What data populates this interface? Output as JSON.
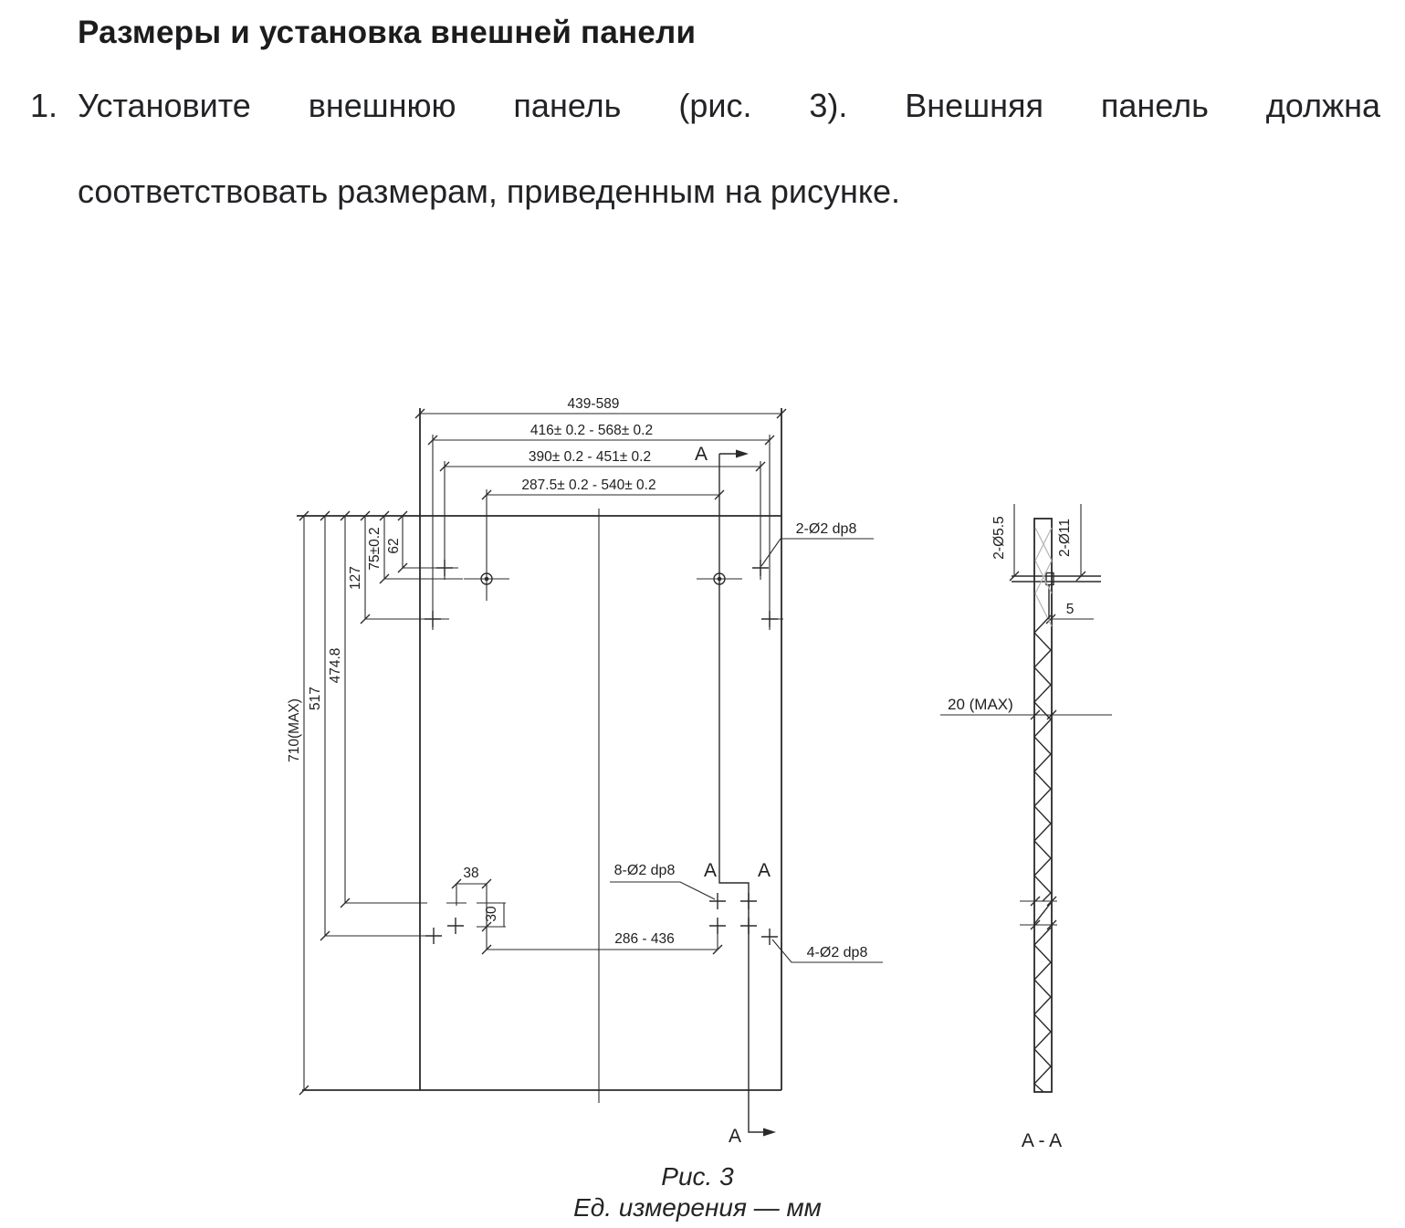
{
  "page": {
    "heading": "Размеры и установка внешней панели",
    "list_item": {
      "number": "1.",
      "line1": "Установите внешнюю панель (рис. 3). Внешняя панель должна",
      "line2": "соответствовать размерам, приведенным на рисунке."
    }
  },
  "figure": {
    "caption_title": "Рис. 3",
    "caption_units": "Ед. измерения — мм",
    "section_letter": "A",
    "section_name": "A - A",
    "front_view": {
      "width_overall": "439-589",
      "width_416_568": "416± 0.2 - 568± 0.2",
      "width_390_451": "390± 0.2 - 451± 0.2",
      "width_287_540": "287.5± 0.2 - 540± 0.2",
      "height_max": "710(MAX)",
      "height_517": "517",
      "height_474": "474.8",
      "height_127": "127",
      "height_75": "75±0.2",
      "height_62": "62",
      "notch_width": "38",
      "notch_height": "30",
      "width_286_436": "286 - 436",
      "holes_top": "2-Ø2 dp8",
      "holes_mid": "8-Ø2 dp8",
      "holes_bottom": "4-Ø2 dp8"
    },
    "section_view": {
      "hole_small": "2-Ø5.5",
      "hole_large": "2-Ø11",
      "depth_5": "5",
      "thickness_max": "20 (MAX)"
    }
  },
  "colors": {
    "ink": "#1f1f1f",
    "line": "#2a2a2a",
    "hatch_gray": "#b5b5b5",
    "background": "#ffffff"
  }
}
